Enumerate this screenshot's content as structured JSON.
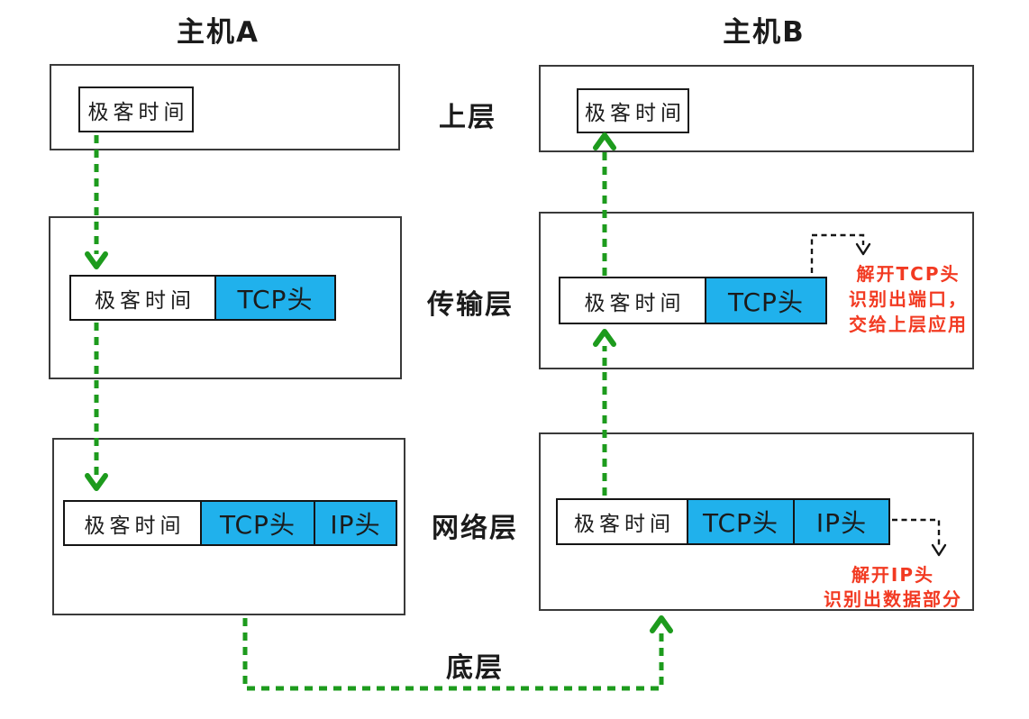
{
  "titles": {
    "host_a": "主机A",
    "host_b": "主机B"
  },
  "layers": {
    "upper": "上层",
    "transport": "传输层",
    "network": "网络层",
    "bottom": "底层"
  },
  "packet": {
    "payload": "极客时间",
    "tcp": "TCP头",
    "ip": "IP头"
  },
  "notes": {
    "tcp": {
      "line1": "解开TCP头",
      "line2": "识别出端口，",
      "line3": "交给上层应用"
    },
    "ip": {
      "line1": "解开IP头",
      "line2": "识别出数据部分"
    }
  },
  "colors": {
    "blue": "#20b1ec",
    "green": "#1d9b1d",
    "red": "#f23a22",
    "ink": "#1b1b1b"
  }
}
